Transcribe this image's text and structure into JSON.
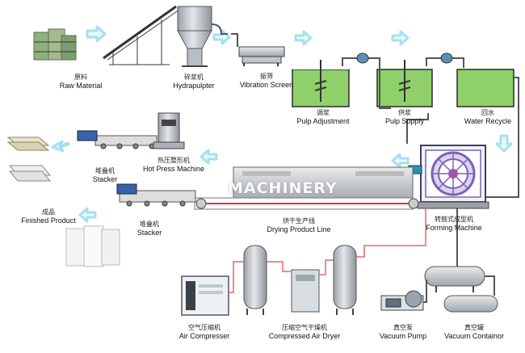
{
  "watermark": "MACHINERY",
  "colors": {
    "arrow": "#a8dff0",
    "water": "#8fd06a",
    "pipe": "#555555",
    "airline": "#e06a6a",
    "tank": "#c8ccd2",
    "forming": "#7a62b5"
  },
  "steps": {
    "raw_material": {
      "cn": "原料",
      "en": "Raw Material",
      "icon": "bales-icon"
    },
    "hydrapulpter": {
      "cn": "碎浆机",
      "en": "Hydrapulpter",
      "icon": "pulper-icon"
    },
    "vibration_screen": {
      "cn": "振筛",
      "en": "Vibration Screen",
      "icon": "screen-icon"
    },
    "pulp_adjustment": {
      "cn": "调浆",
      "en": "Pulp Adjustment",
      "icon": "tank-icon"
    },
    "pulp_supply": {
      "cn": "供浆",
      "en": "Pulp Supply",
      "icon": "tank-icon"
    },
    "water_recycle": {
      "cn": "回水",
      "en": "Water Recycle",
      "icon": "tank-icon"
    },
    "forming_machine": {
      "cn": "转鼓式成型机",
      "en": "Forming Machine",
      "icon": "rotary-drum-icon"
    },
    "drying_line": {
      "cn": "烘干生产线",
      "en": "Drying Product Line",
      "icon": "dryer-icon"
    },
    "stacker_top": {
      "cn": "堆叠机",
      "en": "Stacker",
      "icon": "conveyor-icon"
    },
    "stacker_bottom": {
      "cn": "堆叠机",
      "en": "Stacker",
      "icon": "conveyor-icon"
    },
    "hot_press": {
      "cn": "热压整形机",
      "en": "Hot Press Machine",
      "icon": "press-icon"
    },
    "finished_product": {
      "cn": "成品",
      "en": "Finished Product",
      "icon": "egg-tray-icon"
    },
    "air_compressor": {
      "cn": "空气压缩机",
      "en": "Air Compresser",
      "icon": "compressor-icon"
    },
    "air_dryer": {
      "cn": "压缩空气干燥机",
      "en": "Compressed Air Dryer",
      "icon": "air-dryer-icon"
    },
    "vacuum_pump": {
      "cn": "真空泵",
      "en": "Vacuum Pump",
      "icon": "pump-icon"
    },
    "vacuum_container": {
      "cn": "真空罐",
      "en": "Vacuum Containor",
      "icon": "vacuum-tank-icon"
    }
  }
}
